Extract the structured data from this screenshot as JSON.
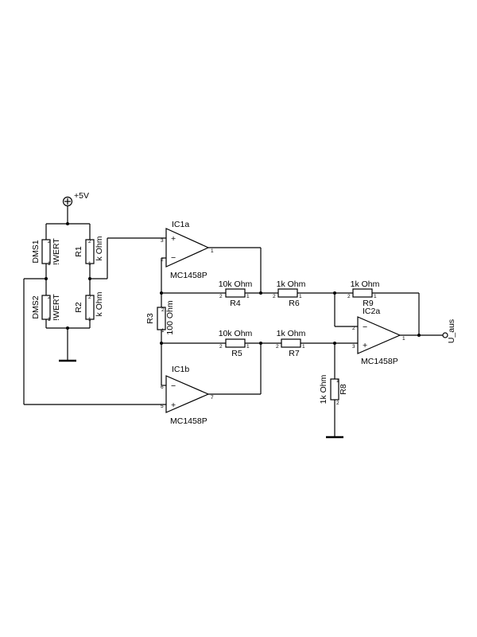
{
  "supply": {
    "label": "+5V"
  },
  "output": {
    "label": "U_aus"
  },
  "opamps": [
    {
      "ref": "IC1a",
      "type": "MC1458P",
      "pins": {
        "plus": "3",
        "minus": "2",
        "out": "1"
      }
    },
    {
      "ref": "IC1b",
      "type": "MC1458P",
      "pins": {
        "plus": "5",
        "minus": "6",
        "out": "7"
      }
    },
    {
      "ref": "IC2a",
      "type": "MC1458P",
      "pins": {
        "plus": "3",
        "minus": "2",
        "out": "1"
      }
    }
  ],
  "strain_gauges": [
    {
      "ref": "DMS1",
      "value": "!WERT",
      "pin_top": "2",
      "pin_bottom": "1"
    },
    {
      "ref": "DMS2",
      "value": "!WERT",
      "pin_top": "2",
      "pin_bottom": "1"
    }
  ],
  "resistors": [
    {
      "ref": "R1",
      "value": "k Ohm",
      "pin_a": "2",
      "pin_b": "1"
    },
    {
      "ref": "R2",
      "value": "k Ohm",
      "pin_a": "2",
      "pin_b": "1"
    },
    {
      "ref": "R3",
      "value": "100 Ohm",
      "pin_a": "2",
      "pin_b": "1"
    },
    {
      "ref": "R4",
      "value": "10k Ohm",
      "pin_a": "2",
      "pin_b": "1"
    },
    {
      "ref": "R5",
      "value": "10k Ohm",
      "pin_a": "2",
      "pin_b": "1"
    },
    {
      "ref": "R6",
      "value": "1k Ohm",
      "pin_a": "2",
      "pin_b": "1"
    },
    {
      "ref": "R7",
      "value": "1k Ohm",
      "pin_a": "2",
      "pin_b": "1"
    },
    {
      "ref": "R8",
      "value": "1k Ohm",
      "pin_a": "1",
      "pin_b": "2"
    },
    {
      "ref": "R9",
      "value": "1k Ohm",
      "pin_a": "2",
      "pin_b": "1"
    }
  ]
}
